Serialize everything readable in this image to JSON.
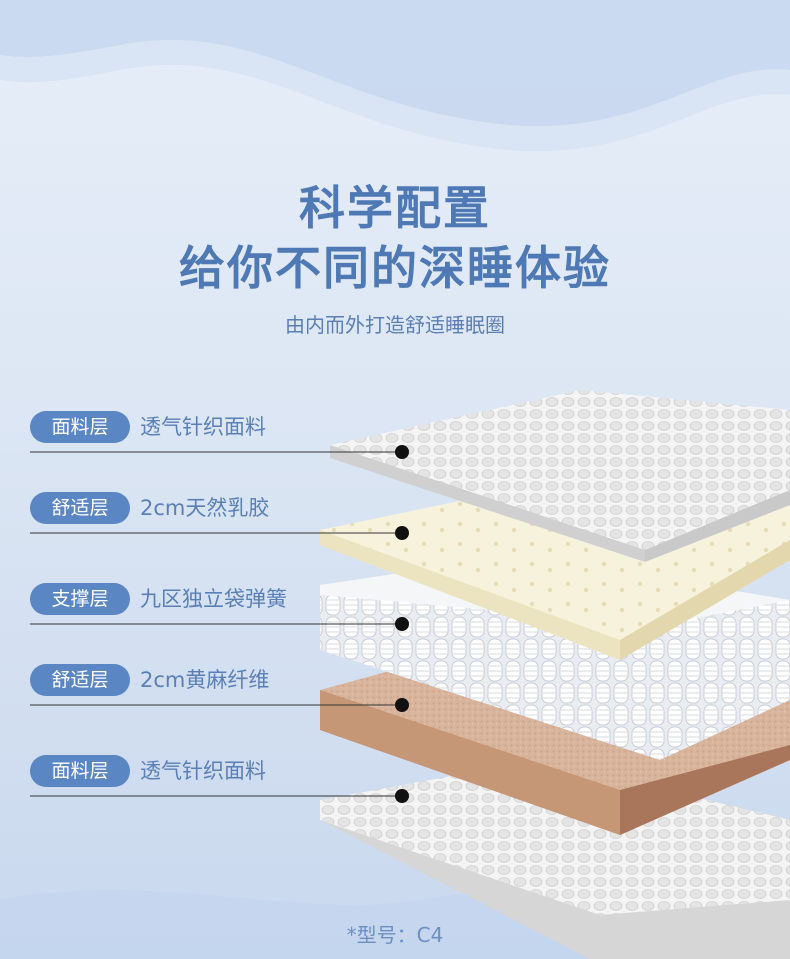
{
  "headline": {
    "line1": "科学配置",
    "line2": "给你不同的深睡体验",
    "subtitle": "由内而外打造舒适睡眠圈"
  },
  "layers": [
    {
      "badge": "面料层",
      "desc": "透气针织面料",
      "material": "knit-fabric"
    },
    {
      "badge": "舒适层",
      "desc": "2cm天然乳胶",
      "material": "latex"
    },
    {
      "badge": "支撑层",
      "desc": "九区独立袋弹簧",
      "material": "pocket-springs"
    },
    {
      "badge": "舒适层",
      "desc": "2cm黄麻纤维",
      "material": "jute-fiber"
    },
    {
      "badge": "面料层",
      "desc": "透气针织面料",
      "material": "knit-fabric"
    }
  ],
  "footer": {
    "model": "*型号：C4"
  },
  "colors": {
    "accent": "#4f79b4",
    "badge": "#5b86c4",
    "latex": "#f5f0d8",
    "jute": "#d9b49a",
    "fabric": "#eeeeee"
  }
}
